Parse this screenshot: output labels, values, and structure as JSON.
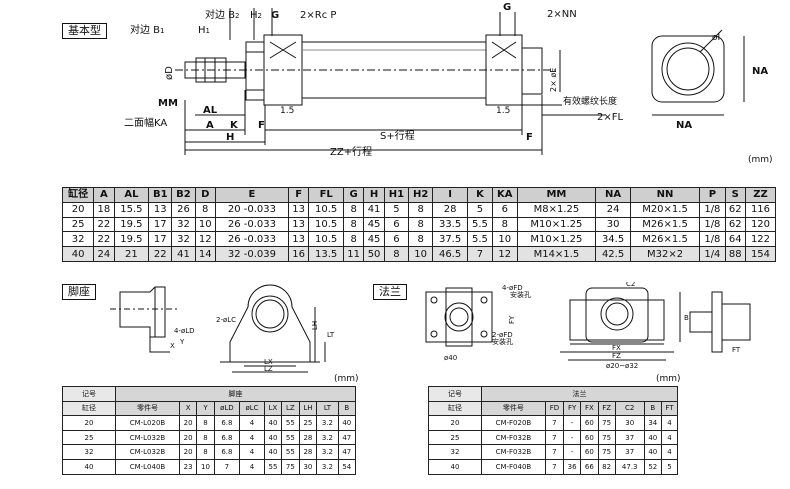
{
  "labels": {
    "basic": "基本型",
    "foot": "脚座",
    "flange": "法兰",
    "unit_mm": "(mm)"
  },
  "drawing": {
    "dui_bian_b1": "对边 B",
    "dui_bian_b2": "对边 B",
    "h1": "H",
    "h2": "H",
    "g": "G",
    "rc_p": "2×Rc  P",
    "g2": "G",
    "nn": "2×NN",
    "phi_d": "øD",
    "phi_e": "2× øE",
    "mm": "MM",
    "erkianfu": "二面幅KA",
    "al": "AL",
    "a": "A",
    "k": "K",
    "f": "F",
    "h": "H",
    "dim15a": "1.5",
    "dim15b": "1.5",
    "s_stroke": "S+行程",
    "zz_stroke": "ZZ+行程",
    "f2": "F",
    "thread_len": "有效螺纹长度",
    "fl": "2×FL",
    "phi_i": "øI",
    "na1": "NA",
    "na2": "NA"
  },
  "foot_drawing": {
    "ld": "4-øLD",
    "lc": "2-øLC",
    "x": "X",
    "y": "Y",
    "lt": "LT",
    "lh": "LH",
    "lx": "LX",
    "lz": "LZ"
  },
  "flange_drawing": {
    "fd": "4-øFD",
    "mount_hole1": "安装孔",
    "fd2": "2-øFD",
    "mount_hole2": "安装孔",
    "fy": "FY",
    "c2": "C2",
    "b": "B",
    "fx": "FX",
    "fz": "FZ",
    "phi40": "ø40",
    "phi20": "ø20~ø32",
    "ft": "FT"
  },
  "main_table": {
    "headers": [
      "缸径",
      "A",
      "AL",
      "B1",
      "B2",
      "D",
      "E",
      "F",
      "FL",
      "G",
      "H",
      "H1",
      "H2",
      "I",
      "K",
      "KA",
      "MM",
      "NA",
      "NN",
      "P",
      "S",
      "ZZ"
    ],
    "rows": [
      [
        "20",
        "18",
        "15.5",
        "13",
        "26",
        "8",
        "20 -0.033",
        "13",
        "10.5",
        "8",
        "41",
        "5",
        "8",
        "28",
        "5",
        "6",
        "M8×1.25",
        "24",
        "M20×1.5",
        "1/8",
        "62",
        "116"
      ],
      [
        "25",
        "22",
        "19.5",
        "17",
        "32",
        "10",
        "26 -0.033",
        "13",
        "10.5",
        "8",
        "45",
        "6",
        "8",
        "33.5",
        "5.5",
        "8",
        "M10×1.25",
        "30",
        "M26×1.5",
        "1/8",
        "62",
        "120"
      ],
      [
        "32",
        "22",
        "19.5",
        "17",
        "32",
        "12",
        "26 -0.033",
        "13",
        "10.5",
        "8",
        "45",
        "6",
        "8",
        "37.5",
        "5.5",
        "10",
        "M10×1.25",
        "34.5",
        "M26×1.5",
        "1/8",
        "64",
        "122"
      ],
      [
        "40",
        "24",
        "21",
        "22",
        "41",
        "14",
        "32 -0.039",
        "16",
        "13.5",
        "11",
        "50",
        "8",
        "10",
        "46.5",
        "7",
        "12",
        "M14×1.5",
        "42.5",
        "M32×2",
        "1/4",
        "88",
        "154"
      ]
    ]
  },
  "foot_table": {
    "corner_top": "记号",
    "corner_bottom": "缸径",
    "group": "脚座",
    "headers": [
      "零件号",
      "X",
      "Y",
      "øLD",
      "øLC",
      "LX",
      "LZ",
      "LH",
      "LT",
      "B"
    ],
    "rows": [
      [
        "20",
        "CM-L020B",
        "20",
        "8",
        "6.8",
        "4",
        "40",
        "55",
        "25",
        "3.2",
        "40"
      ],
      [
        "25",
        "CM-L032B",
        "20",
        "8",
        "6.8",
        "4",
        "40",
        "55",
        "28",
        "3.2",
        "47"
      ],
      [
        "32",
        "CM-L032B",
        "20",
        "8",
        "6.8",
        "4",
        "40",
        "55",
        "28",
        "3.2",
        "47"
      ],
      [
        "40",
        "CM-L040B",
        "23",
        "10",
        "7",
        "4",
        "55",
        "75",
        "30",
        "3.2",
        "54"
      ]
    ]
  },
  "flange_table": {
    "corner_top": "记号",
    "corner_bottom": "缸径",
    "group": "法兰",
    "headers": [
      "零件号",
      "FD",
      "FY",
      "FX",
      "FZ",
      "C2",
      "B",
      "FT"
    ],
    "rows": [
      [
        "20",
        "CM-F020B",
        "7",
        "-",
        "60",
        "75",
        "30",
        "34",
        "4"
      ],
      [
        "25",
        "CM-F032B",
        "7",
        "-",
        "60",
        "75",
        "37",
        "40",
        "4"
      ],
      [
        "32",
        "CM-F032B",
        "7",
        "-",
        "60",
        "75",
        "37",
        "40",
        "4"
      ],
      [
        "40",
        "CM-F040B",
        "7",
        "36",
        "66",
        "82",
        "47.3",
        "52",
        "5"
      ]
    ]
  }
}
